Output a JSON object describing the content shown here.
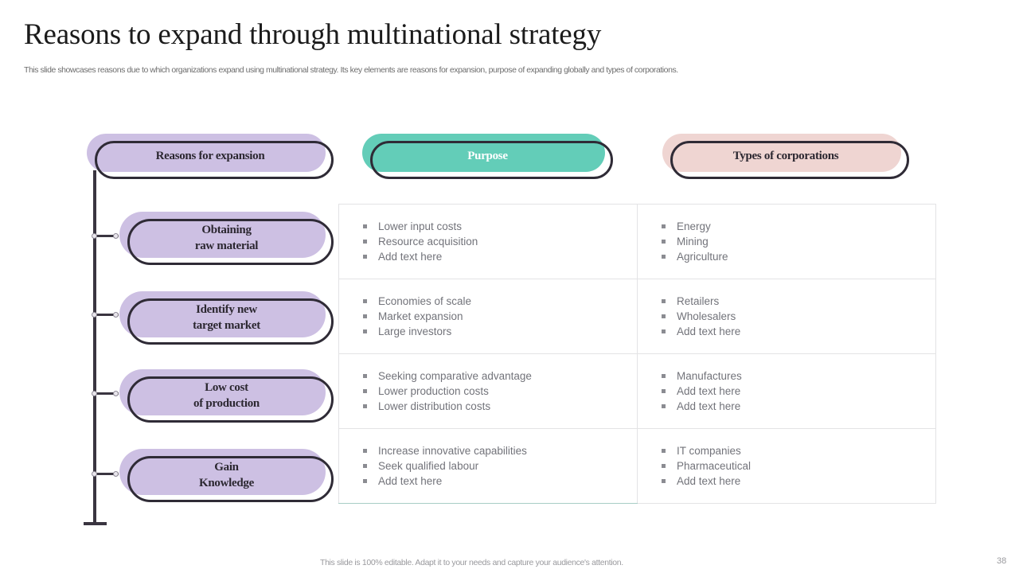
{
  "slide": {
    "title": "Reasons to expand through multinational strategy",
    "subtitle": "This slide showcases reasons due to which organizations expand using multinational strategy. Its key elements are reasons for expansion, purpose of expanding globally and types of corporations.",
    "footer_note": "This slide is 100% editable. Adapt it to your needs and capture your audience's attention.",
    "page_number": "38"
  },
  "colors": {
    "lavender": "#cdc0e3",
    "teal": "#63cdb8",
    "pink": "#efd5d2",
    "outline": "#2f2b36",
    "text_gray": "#72737a",
    "table_border": "#e3e3e5",
    "teal_border": "#a8cdc6"
  },
  "headers": [
    {
      "label": "Reasons for expansion",
      "color": "#cdc0e3",
      "text_on": "dark"
    },
    {
      "label": "Purpose",
      "color": "#63cdb8",
      "text_on": "light"
    },
    {
      "label": "Types of corporations",
      "color": "#efd5d2",
      "text_on": "dark"
    }
  ],
  "reasons": [
    {
      "label": "Obtaining\nraw material"
    },
    {
      "label": "Identify new\ntarget market"
    },
    {
      "label": "Low cost\nof production"
    },
    {
      "label": "Gain\nKnowledge"
    }
  ],
  "rows": [
    {
      "purpose": [
        "Lower input costs",
        "Resource acquisition",
        "Add text here"
      ],
      "types": [
        "Energy",
        "Mining",
        "Agriculture"
      ]
    },
    {
      "purpose": [
        "Economies of scale",
        "Market expansion",
        "Large investors"
      ],
      "types": [
        "Retailers",
        "Wholesalers",
        "Add text here"
      ]
    },
    {
      "purpose": [
        "Seeking comparative advantage",
        "Lower production costs",
        "Lower distribution costs"
      ],
      "types": [
        "Manufactures",
        "Add text here",
        "Add text here"
      ]
    },
    {
      "purpose": [
        "Increase innovative capabilities",
        "Seek qualified labour",
        "Add text here"
      ],
      "types": [
        "IT companies",
        "Pharmaceutical",
        "Add text here"
      ]
    }
  ]
}
